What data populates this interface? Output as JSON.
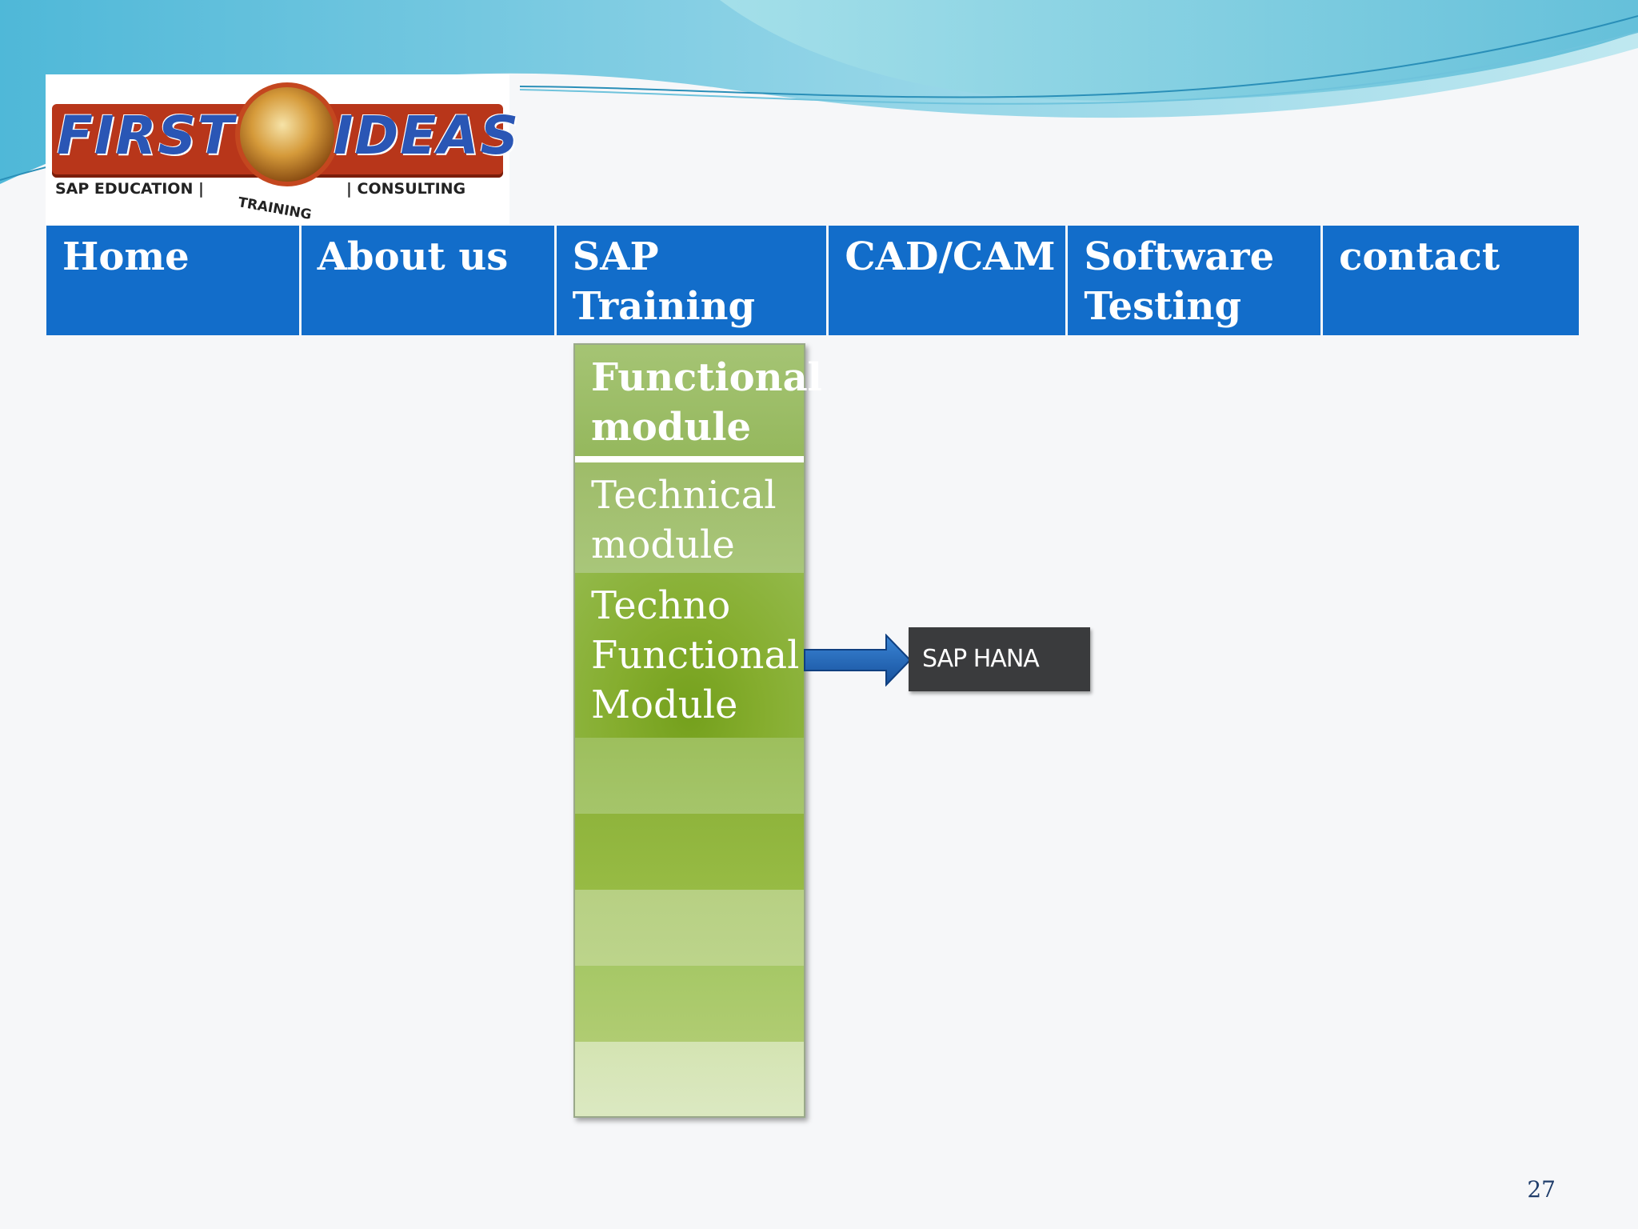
{
  "logo": {
    "word_left": "FIRST",
    "word_right": "IDEAS",
    "tagline_left": "SAP EDUCATION |",
    "tagline_right": "| CONSULTING",
    "tagline_bottom": "TRAINING"
  },
  "nav": {
    "home": "Home",
    "about": "About us",
    "sap_training": "SAP Training",
    "cadcam": "CAD/CAM",
    "software_testing": "Software Testing",
    "contact": "contact"
  },
  "dropdown": {
    "items": [
      "Functional  module",
      "Technical module",
      "Techno Functional Module"
    ]
  },
  "submenu": {
    "label": "SAP HANA"
  },
  "slide": {
    "number": "27"
  },
  "colors": {
    "nav_blue": "#126dca",
    "dropdown_green": "#9dc25d",
    "submenu_dark": "#3a3b3d",
    "arrow_blue": "#1f63b8"
  }
}
